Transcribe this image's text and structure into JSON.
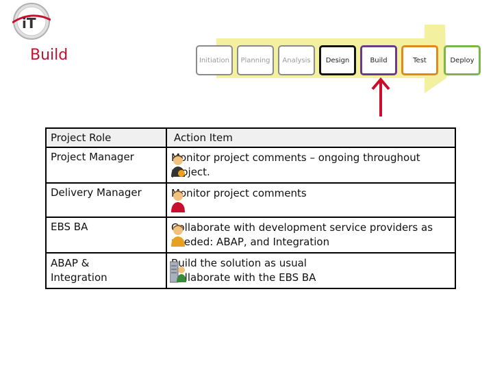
{
  "header": {
    "logo_text": "iT",
    "page_title": "Build"
  },
  "process": {
    "phases": [
      {
        "label": "Initiation"
      },
      {
        "label": "Planning"
      },
      {
        "label": "Analysis"
      },
      {
        "label": "Design"
      },
      {
        "label": "Build"
      },
      {
        "label": "Test"
      },
      {
        "label": "Deploy"
      }
    ],
    "current_phase": "Build",
    "band_color": "#f3f0a0",
    "marker_color": "#c8102e"
  },
  "table": {
    "headers": {
      "role": "Project Role",
      "action": "Action Item"
    },
    "rows": [
      {
        "role": "Project Manager",
        "icon": "manager-person-icon",
        "action": [
          "Monitor project comments – ongoing throughout",
          "project."
        ]
      },
      {
        "role": "Delivery Manager",
        "icon": "delivery-person-icon",
        "action": [
          "Monitor project comments"
        ]
      },
      {
        "role": "EBS BA",
        "icon": "analyst-person-icon",
        "action": [
          "Collaborate with development service providers as",
          "needed:  ABAP, and Integration"
        ]
      },
      {
        "role": [
          "ABAP &",
          "Integration"
        ],
        "icon": "server-person-icon",
        "action": [
          "Build the solution as usual",
          "Collaborate with the EBS BA"
        ]
      }
    ]
  }
}
